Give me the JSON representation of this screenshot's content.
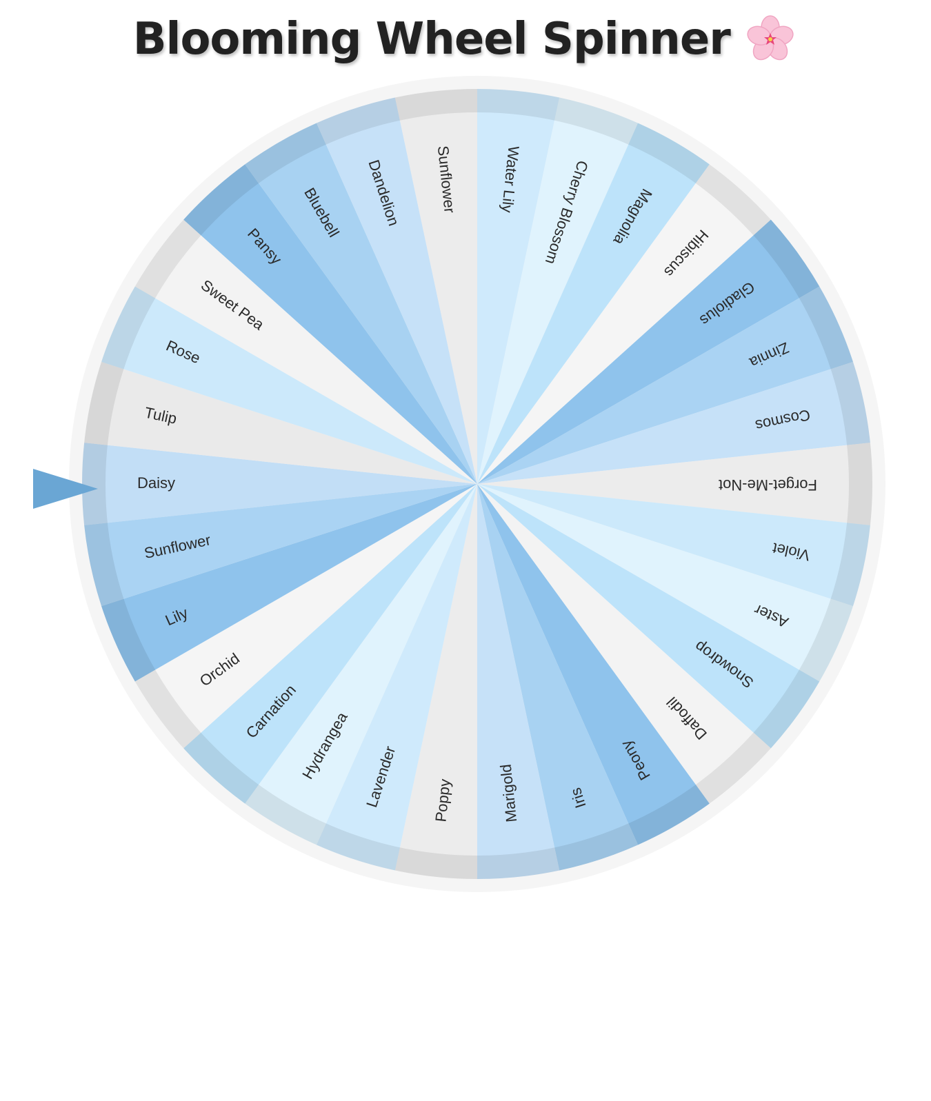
{
  "header": {
    "title": "Blooming Wheel Spinner",
    "title_icon": "cherry-blossom-icon"
  },
  "wheel": {
    "pointer_icon": "triangle-pointer-icon",
    "selected_label": "Daisy",
    "segments": [
      {
        "label": "Daisy",
        "color": "#c2def6"
      },
      {
        "label": "Tulip",
        "color": "#eaeaea"
      },
      {
        "label": "Rose",
        "color": "#cce9fb"
      },
      {
        "label": "Sweet Pea",
        "color": "#f3f3f3"
      },
      {
        "label": "Pansy",
        "color": "#8fc3ec"
      },
      {
        "label": "Bluebell",
        "color": "#a8d2f2"
      },
      {
        "label": "Dandelion",
        "color": "#c6e1f8"
      },
      {
        "label": "Sunflower",
        "color": "#ececec"
      },
      {
        "label": "Water Lily",
        "color": "#cfeafc"
      },
      {
        "label": "Cherry Blossom",
        "color": "#e0f3fd"
      },
      {
        "label": "Magnolia",
        "color": "#bde3fa"
      },
      {
        "label": "Hibiscus",
        "color": "#f5f5f5"
      },
      {
        "label": "Gladiolus",
        "color": "#8fc3ec"
      },
      {
        "label": "Zinnia",
        "color": "#aad3f3"
      },
      {
        "label": "Cosmos",
        "color": "#c6e1f8"
      },
      {
        "label": "Forget-Me-Not",
        "color": "#ececec"
      },
      {
        "label": "Violet",
        "color": "#cce9fb"
      },
      {
        "label": "Aster",
        "color": "#e0f3fd"
      },
      {
        "label": "Snowdrop",
        "color": "#bde3fa"
      },
      {
        "label": "Daffodil",
        "color": "#f3f3f3"
      },
      {
        "label": "Peony",
        "color": "#8fc3ec"
      },
      {
        "label": "Iris",
        "color": "#a8d2f2"
      },
      {
        "label": "Marigold",
        "color": "#c6e1f8"
      },
      {
        "label": "Poppy",
        "color": "#ececec"
      },
      {
        "label": "Lavender",
        "color": "#cfeafc"
      },
      {
        "label": "Hydrangea",
        "color": "#e0f3fd"
      },
      {
        "label": "Carnation",
        "color": "#bde3fa"
      },
      {
        "label": "Orchid",
        "color": "#f5f5f5"
      },
      {
        "label": "Lily",
        "color": "#8fc3ec"
      },
      {
        "label": "Sunflower",
        "color": "#aad3f3"
      }
    ]
  },
  "colors": {
    "pointer": "#6aa6d4",
    "title_text": "#222222"
  }
}
